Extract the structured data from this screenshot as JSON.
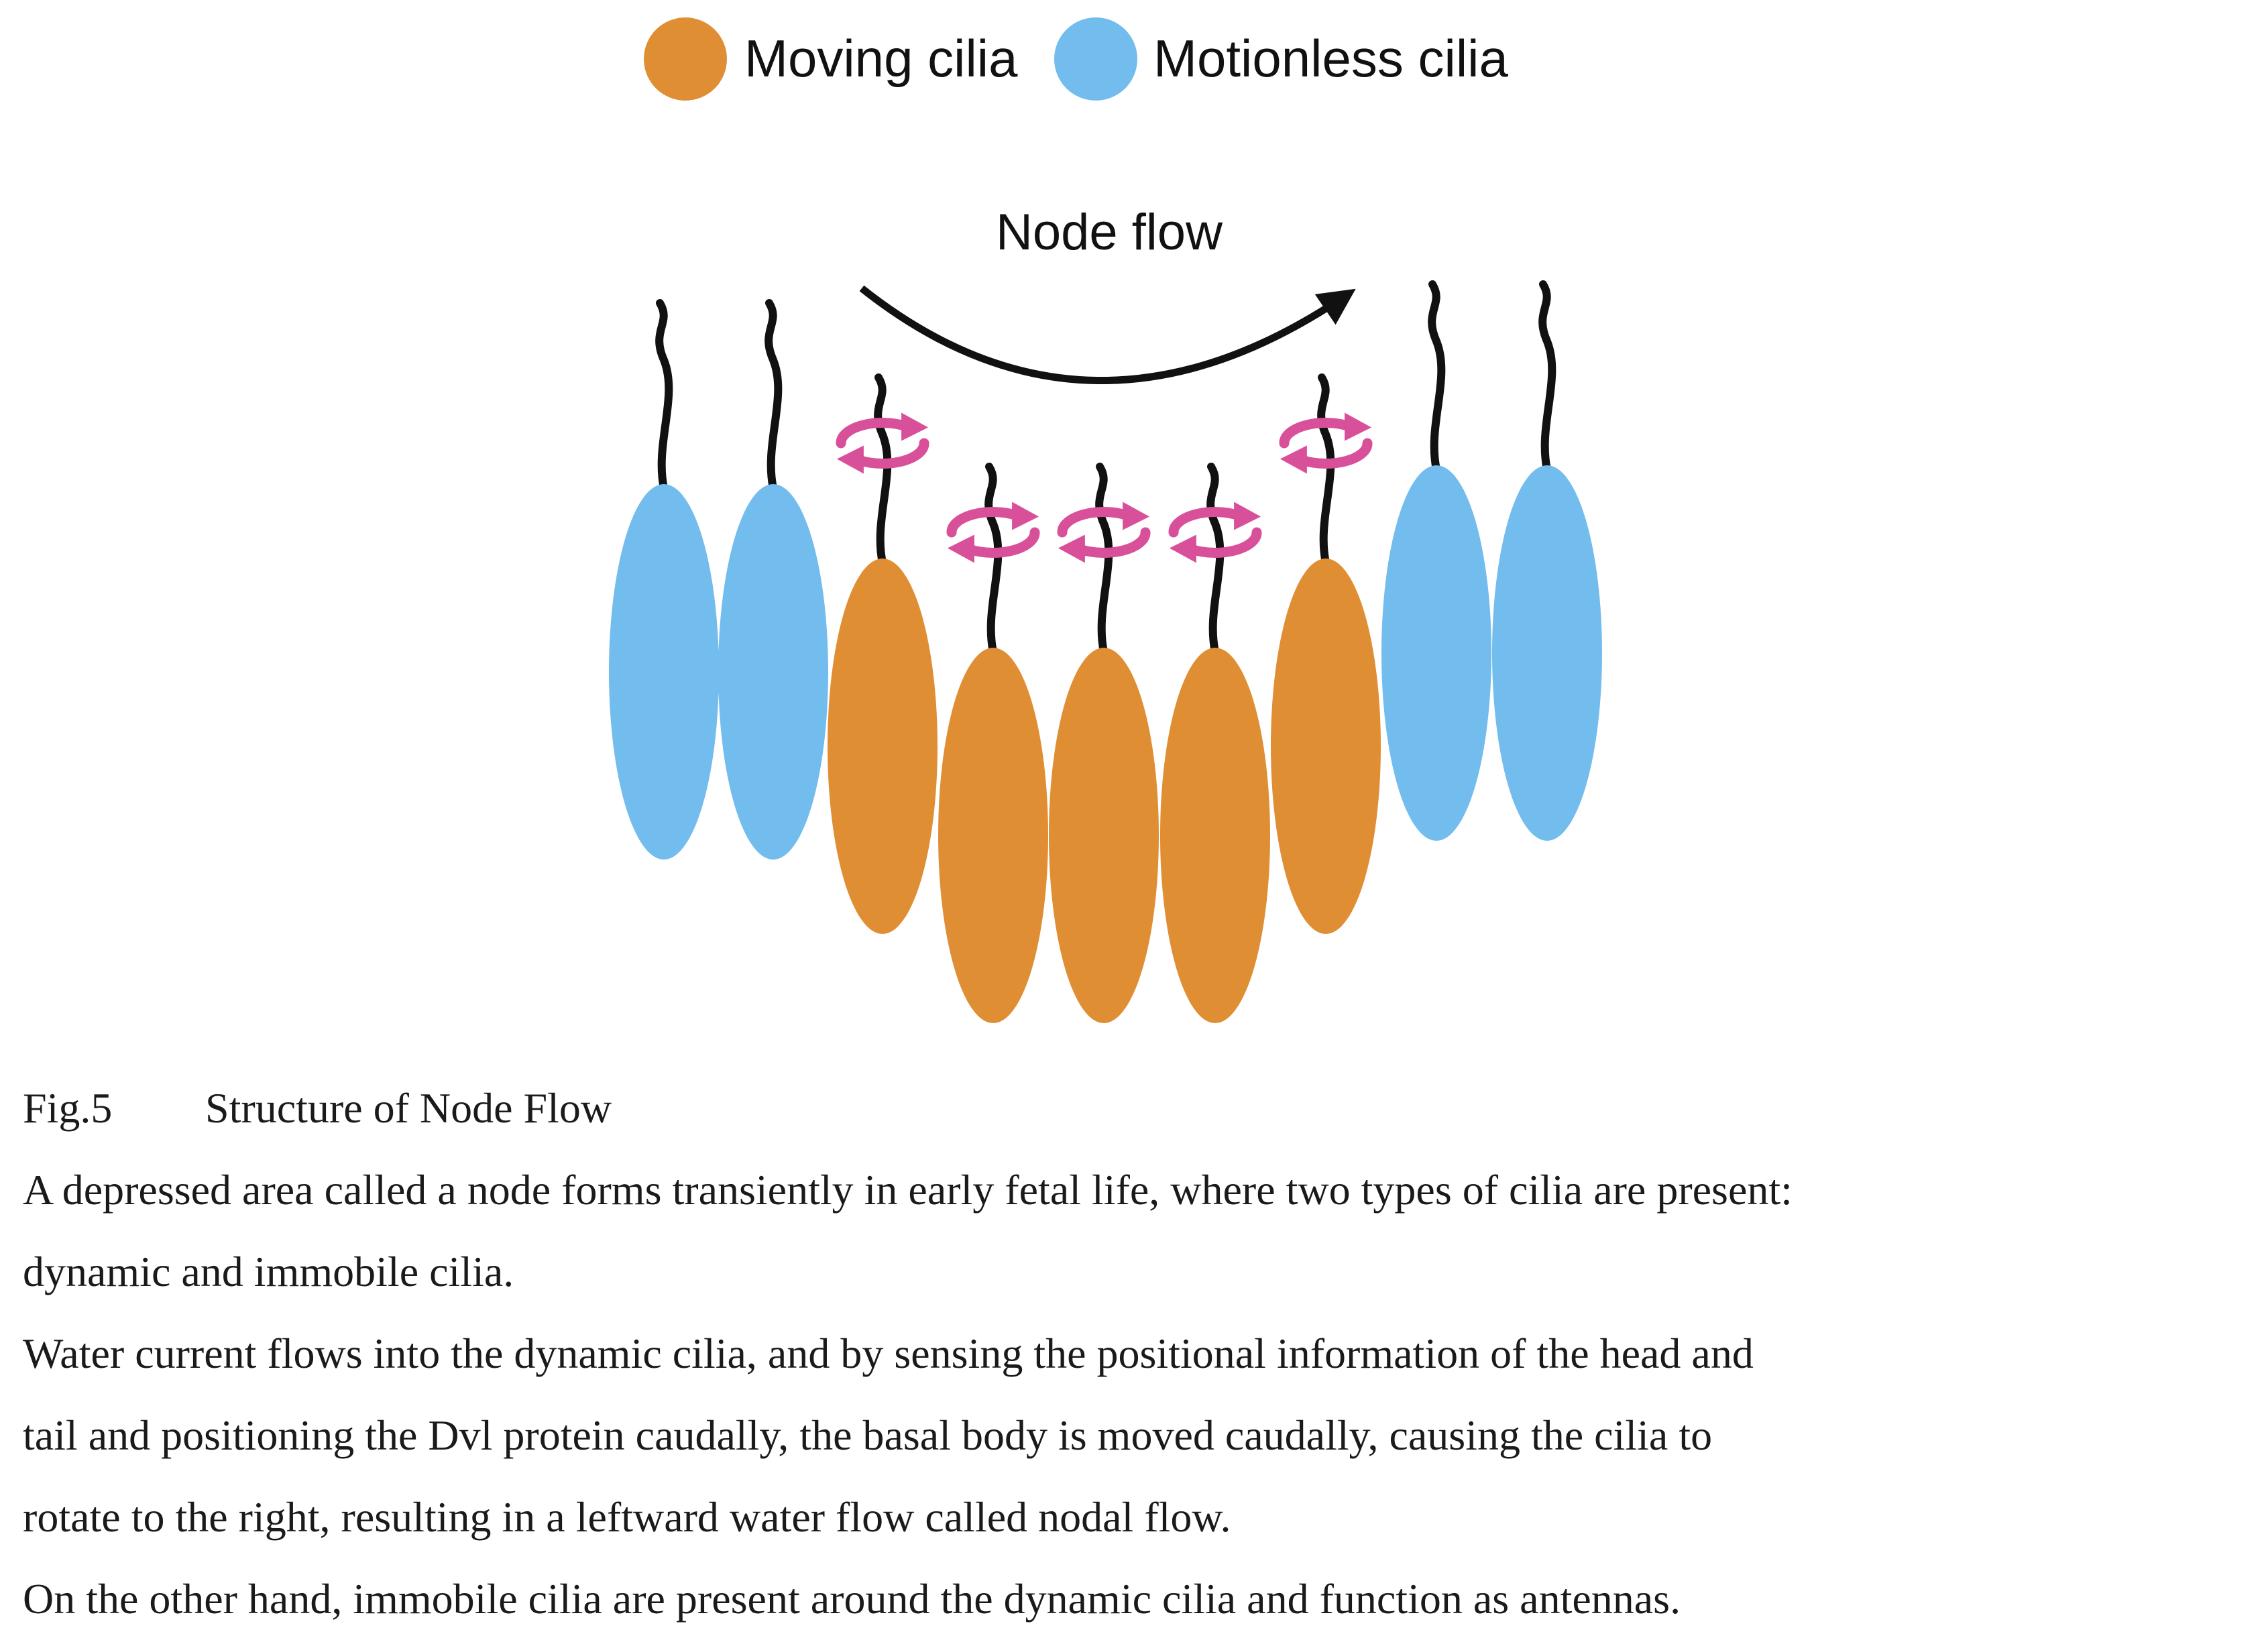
{
  "colors": {
    "moving": "#E08E33",
    "motionless": "#72BCEE",
    "rotation": "#D9509A",
    "stalk": "#111111"
  },
  "legend": {
    "moving_label": "Moving cilia",
    "motionless_label": "Motionless cilia"
  },
  "diagram": {
    "flow_label": "Node flow",
    "cells": [
      {
        "type": "motionless"
      },
      {
        "type": "motionless"
      },
      {
        "type": "moving",
        "rotating": true
      },
      {
        "type": "moving",
        "rotating": true
      },
      {
        "type": "moving",
        "rotating": true
      },
      {
        "type": "moving",
        "rotating": true
      },
      {
        "type": "moving",
        "rotating": true
      },
      {
        "type": "motionless"
      },
      {
        "type": "motionless"
      }
    ],
    "icons": {
      "rotation": "circular-rotation-arrows-icon",
      "flow": "curved-arrow-icon"
    }
  },
  "caption": {
    "fig_number": "Fig.5",
    "fig_title": "Structure of Node Flow",
    "lines": [
      "A depressed area called a node forms transiently in early fetal life, where two types of cilia are present:",
      "dynamic and immobile cilia.",
      "Water current flows into the dynamic cilia, and by sensing the positional information of the head and",
      "tail and positioning the Dvl protein caudally, the basal body is moved caudally, causing the cilia to",
      "rotate to the right, resulting in a leftward water flow called nodal flow.",
      "On the other hand, immobile cilia are present around the dynamic cilia and function as antennas."
    ]
  }
}
